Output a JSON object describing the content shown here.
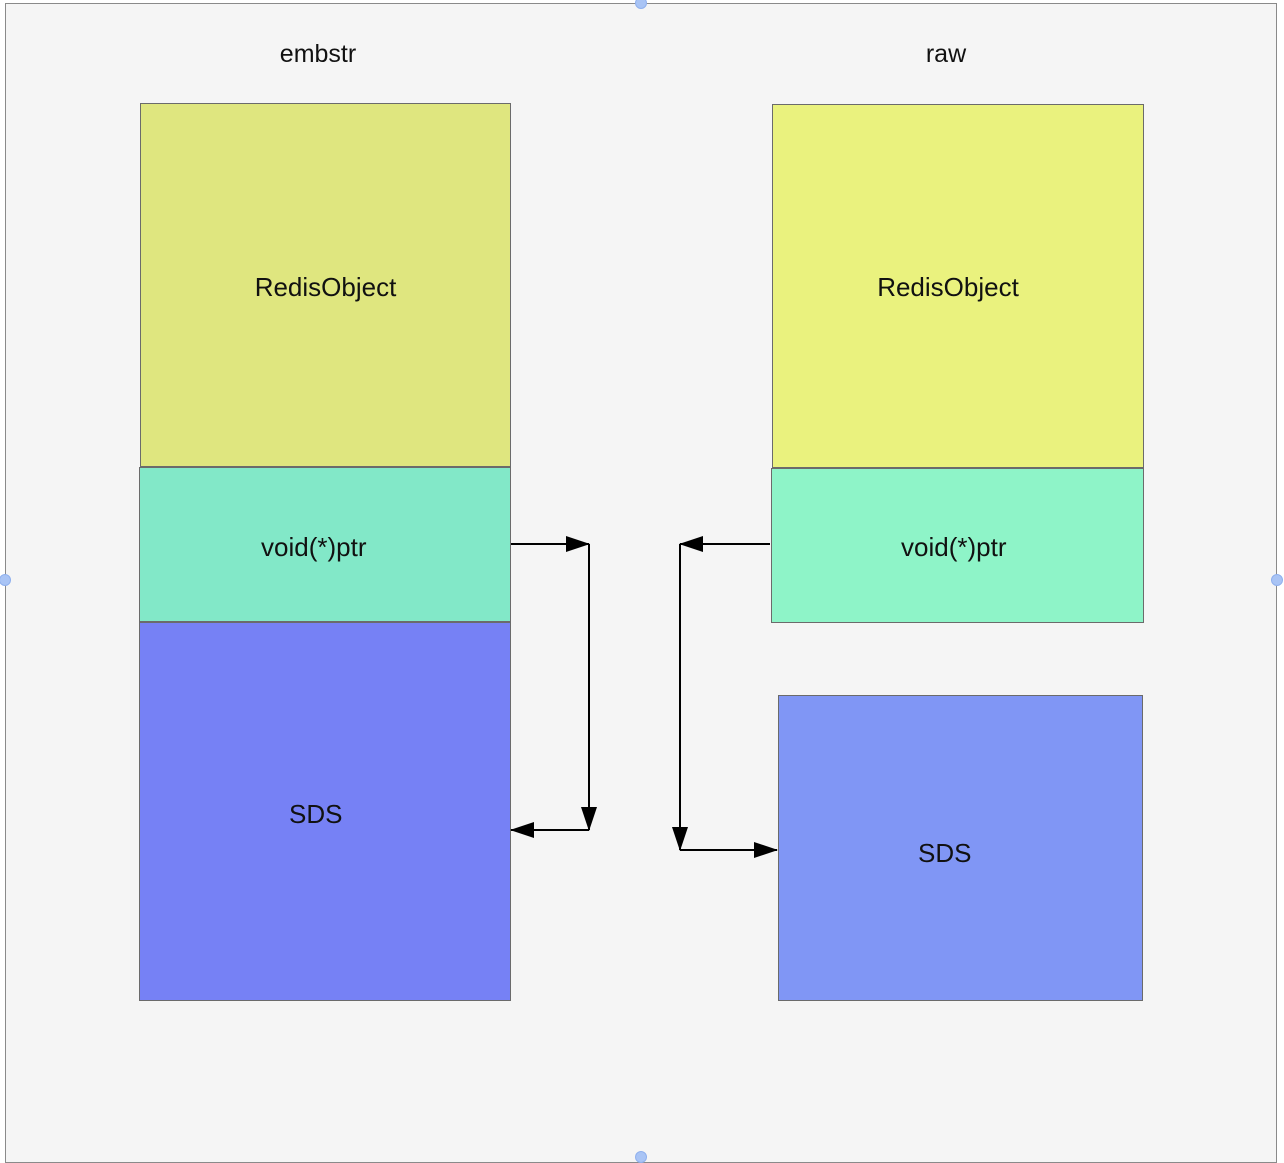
{
  "embstr": {
    "title": "embstr",
    "redis_object": "RedisObject",
    "ptr": "void(*)ptr",
    "sds": "SDS"
  },
  "raw": {
    "title": "raw",
    "redis_object": "RedisObject",
    "ptr": "void(*)ptr",
    "sds": "SDS"
  },
  "colors": {
    "embstr_redis_object": "#dfe67f",
    "embstr_ptr": "#82e8c8",
    "embstr_sds": "#7681f5",
    "raw_redis_object": "#eaf27e",
    "raw_ptr": "#8ef4c8",
    "raw_sds": "#8096f5",
    "background": "#f5f5f5",
    "arrow": "#000000"
  }
}
